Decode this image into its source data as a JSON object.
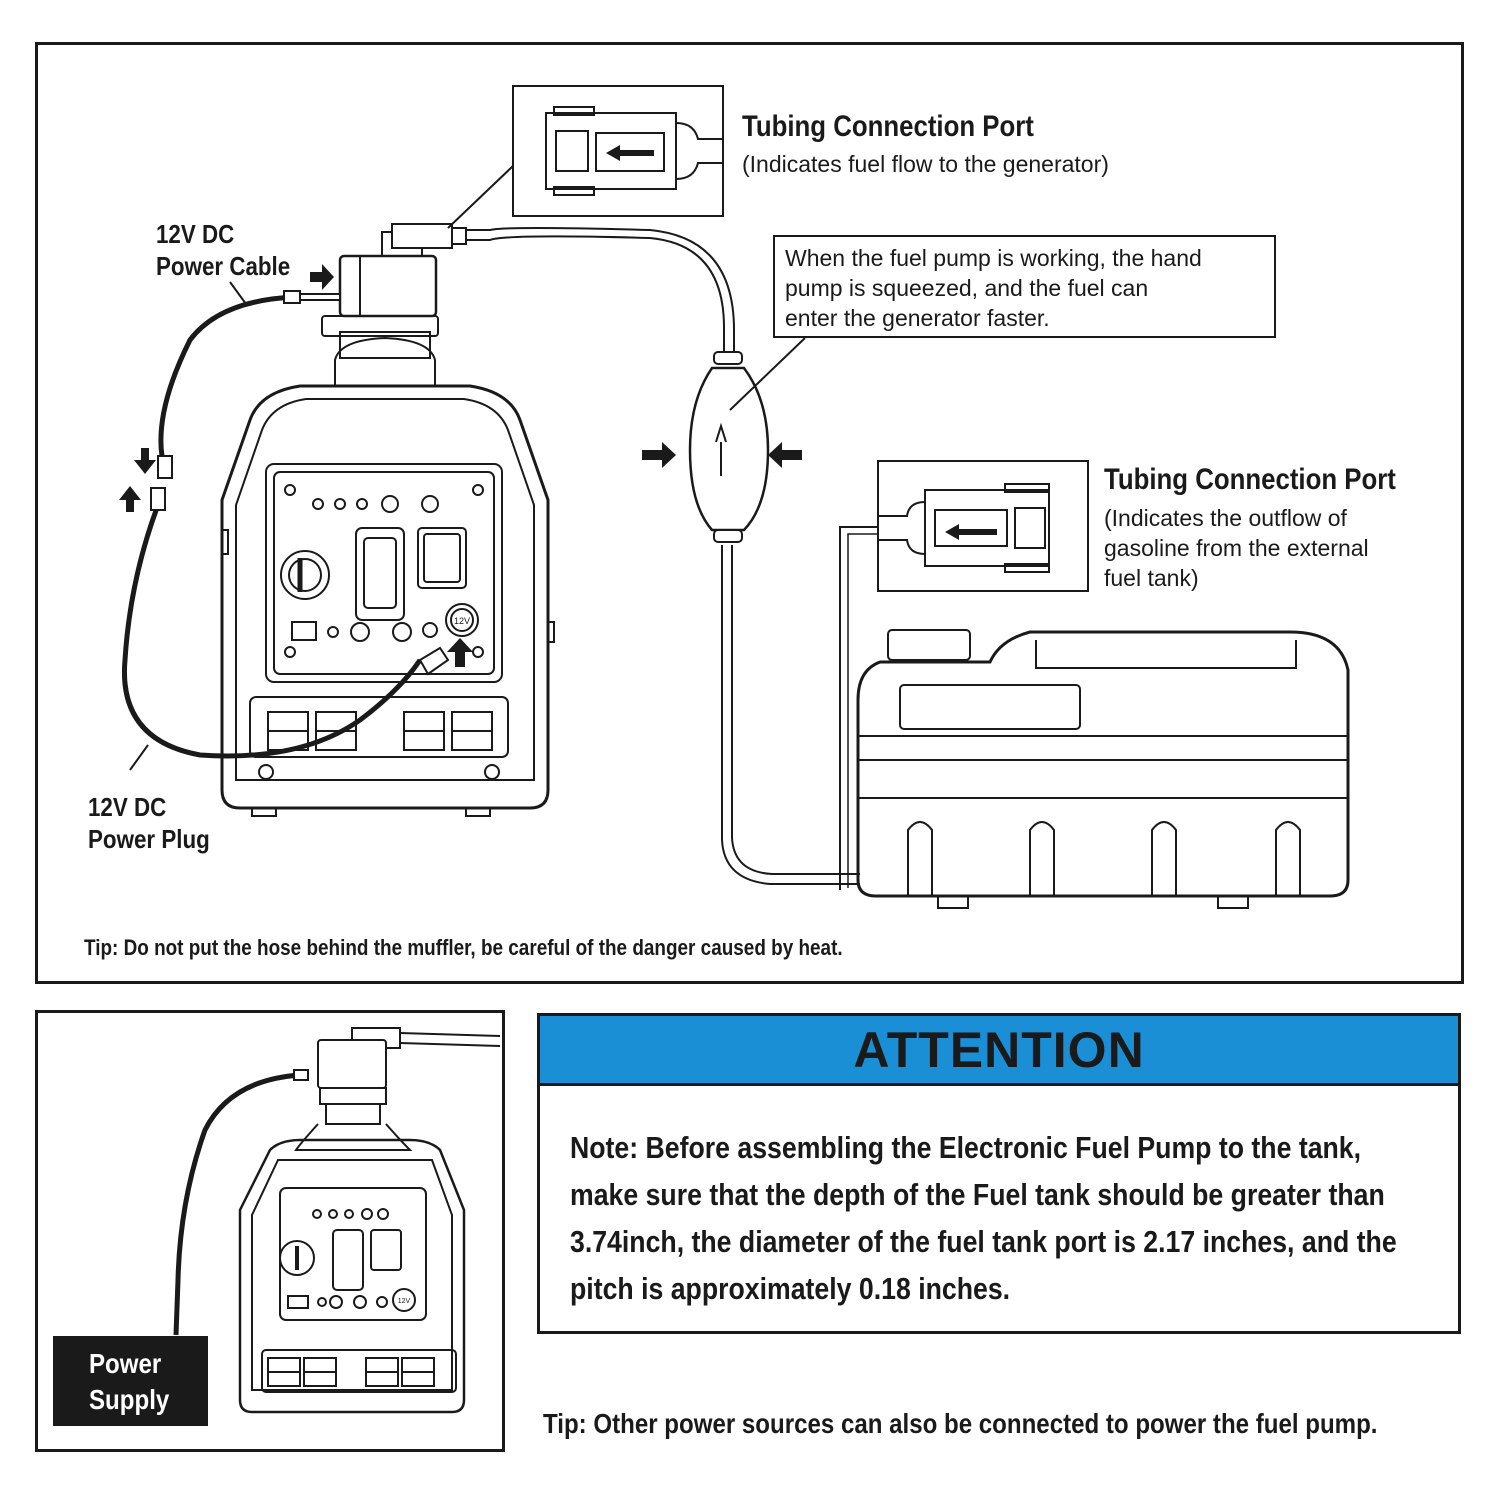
{
  "main_diagram": {
    "top_port": {
      "title": "Tubing Connection Port",
      "desc": "(Indicates fuel flow to the generator)"
    },
    "hand_pump_note": {
      "lines": [
        "When the fuel pump is working, the hand",
        "pump is squeezed, and the fuel can",
        "enter the generator faster."
      ]
    },
    "side_port": {
      "title": "Tubing Connection Port",
      "desc_lines": [
        "(Indicates the outflow of",
        "gasoline from the external",
        "fuel tank)"
      ]
    },
    "cable_label": {
      "lines": [
        "12V DC",
        "Power Cable"
      ]
    },
    "plug_label": {
      "lines": [
        "12V DC",
        "Power Plug"
      ]
    },
    "socket_label": "12V",
    "tip": "Tip: Do not put the hose behind the muffler, be careful of the danger caused by heat."
  },
  "inset": {
    "power_supply_label": {
      "lines": [
        "Power",
        "Supply"
      ]
    },
    "socket_label": "12V"
  },
  "attention": {
    "title": "ATTENTION",
    "header_color": "#1a8fd6",
    "note_lines": [
      "Note: Before assembling the Electronic Fuel Pump to the tank,",
      "make sure that the depth of the Fuel tank should be greater than",
      "3.74inch, the diameter of the fuel tank port is 2.17 inches, and the",
      "pitch is approximately 0.18 inches."
    ]
  },
  "bottom_tip": "Tip: Other power sources can also be connected to power the fuel pump."
}
